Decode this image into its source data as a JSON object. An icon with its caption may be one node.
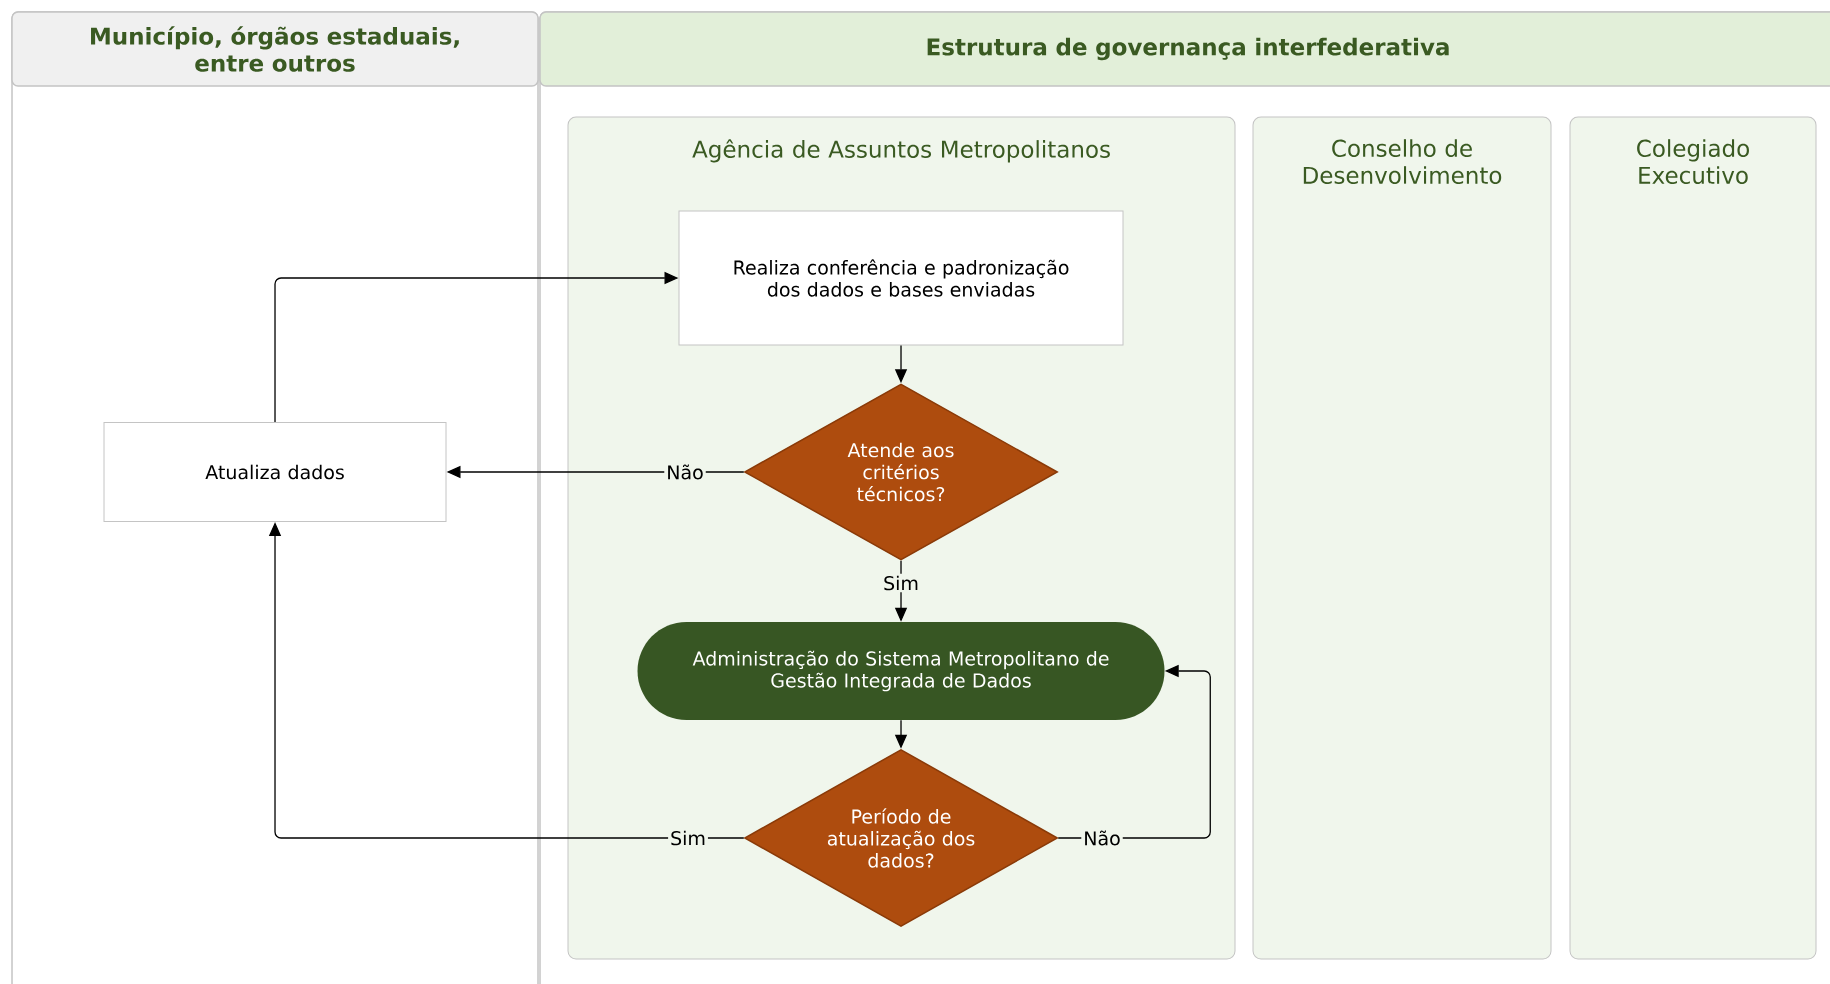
{
  "diagram": {
    "nodes": [
      {
        "text": [
          "Município, órgãos estaduais, entre outros"
        ]
      },
      {
        "text": [
          "Estrutura de governança interfederativa"
        ]
      },
      {
        "text": [
          "Agência de Assuntos Metropolitanos"
        ],
        "in": 1
      },
      {
        "text": [
          "Conselho de Desenvolvimento"
        ],
        "in": 1
      },
      {
        "text": [
          "Colegiado Executivo"
        ],
        "in": 1
      },
      {
        "text": [
          "Realiza conferência e padronização dos dados e bases enviadas"
        ],
        "in": 2
      },
      {
        "text": [
          "Atende aos critérios técnicos?"
        ],
        "in": 2
      },
      {
        "text": [
          "Administração do Sistema Metropolitano de Gestão Integrada de Dados"
        ],
        "in": 2
      },
      {
        "text": [
          "Período de atualização dos dados?"
        ],
        "in": 2
      },
      {
        "text": [
          "Atualiza dados"
        ],
        "in": 0
      }
    ],
    "edges": [
      {
        "from": 9,
        "to": 5,
        "arrow": "to"
      },
      {
        "from": 5,
        "to": 6,
        "arrow": "to"
      },
      {
        "from": 6,
        "to": 9,
        "arrow": "to",
        "label": "Não"
      },
      {
        "from": 6,
        "to": 7,
        "arrow": "to",
        "label": "Sim"
      },
      {
        "from": 7,
        "to": 8,
        "arrow": "to"
      },
      {
        "from": 8,
        "to": 9,
        "arrow": "to",
        "label": "Sim"
      },
      {
        "from": 8,
        "to": 7,
        "arrow": "to",
        "label": "Não"
      }
    ]
  }
}
